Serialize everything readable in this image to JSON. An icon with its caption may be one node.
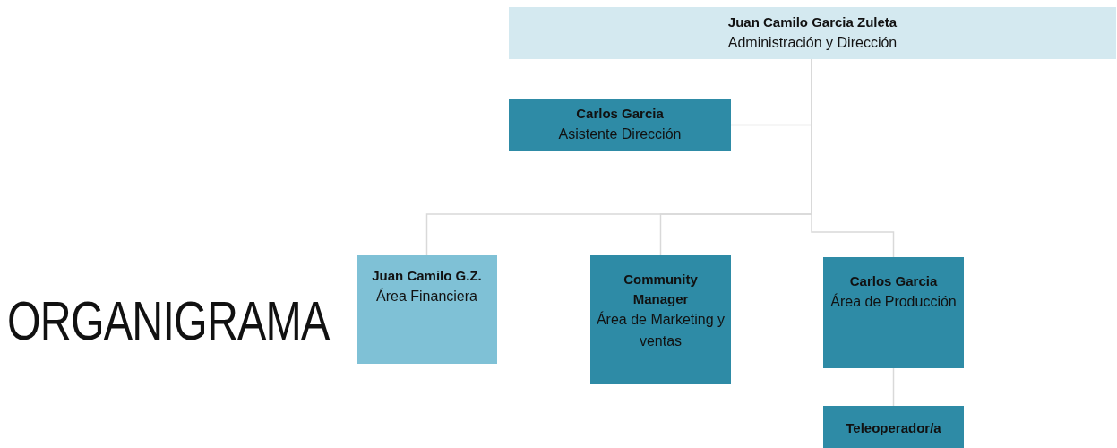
{
  "diagram": {
    "title": "ORGANIGRAMA",
    "nodes": [
      {
        "text": [
          "Juan Camilo Garcia Zuleta",
          "Administración y Dirección"
        ]
      },
      {
        "text": [
          "Carlos Garcia",
          "Asistente Dirección"
        ]
      },
      {
        "text": [
          "Juan Camilo G.Z.",
          "Área Financiera"
        ]
      },
      {
        "text": [
          "Community Manager",
          "Área de Marketing y ventas"
        ]
      },
      {
        "text": [
          "Carlos Garcia",
          "Área de Producción"
        ]
      },
      {
        "text": [
          "Teleoperador/a"
        ]
      }
    ],
    "edges": [
      {
        "from": 0,
        "to": 1,
        "arrow": "none"
      },
      {
        "from": 0,
        "to": 2,
        "arrow": "none"
      },
      {
        "from": 0,
        "to": 3,
        "arrow": "none"
      },
      {
        "from": 0,
        "to": 4,
        "arrow": "none"
      },
      {
        "from": 4,
        "to": 5,
        "arrow": "none"
      }
    ]
  }
}
